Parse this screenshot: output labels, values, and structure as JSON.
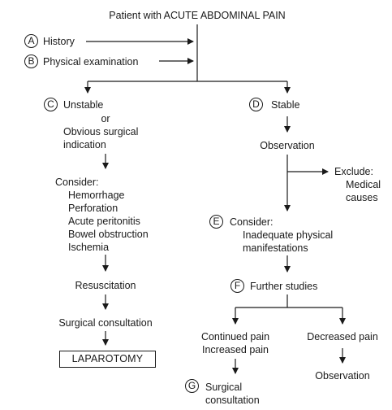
{
  "diagram": {
    "root": "Patient with ACUTE ABDOMINAL PAIN",
    "inputs": [
      {
        "badge": "A",
        "label": "History"
      },
      {
        "badge": "B",
        "label": "Physical examination"
      }
    ],
    "left_branch": {
      "badge": "C",
      "lines": [
        "Unstable",
        "or",
        "Obvious surgical",
        "indication"
      ],
      "consider_label": "Consider:",
      "consider_items": [
        "Hemorrhage",
        "Perforation",
        "Acute peritonitis",
        "Bowel obstruction",
        "Ischemia"
      ],
      "resuscitation": "Resuscitation",
      "surgical_consultation": "Surgical consultation",
      "laparotomy": "LAPAROTOMY"
    },
    "right_branch": {
      "badge": "D",
      "label": "Stable",
      "observation": "Observation",
      "exclude_lines": [
        "Exclude:",
        "Medical",
        "causes"
      ],
      "consider": {
        "badge": "E",
        "label": "Consider:",
        "lines": [
          "Inadequate physical",
          "manifestations"
        ]
      },
      "further": {
        "badge": "F",
        "label": "Further studies"
      },
      "continued": {
        "lines": [
          "Continued pain",
          "Increased pain"
        ]
      },
      "surgical": {
        "badge": "G",
        "lines": [
          "Surgical",
          "consultation"
        ]
      },
      "decreased": {
        "label": "Decreased pain",
        "observation": "Observation"
      }
    }
  }
}
